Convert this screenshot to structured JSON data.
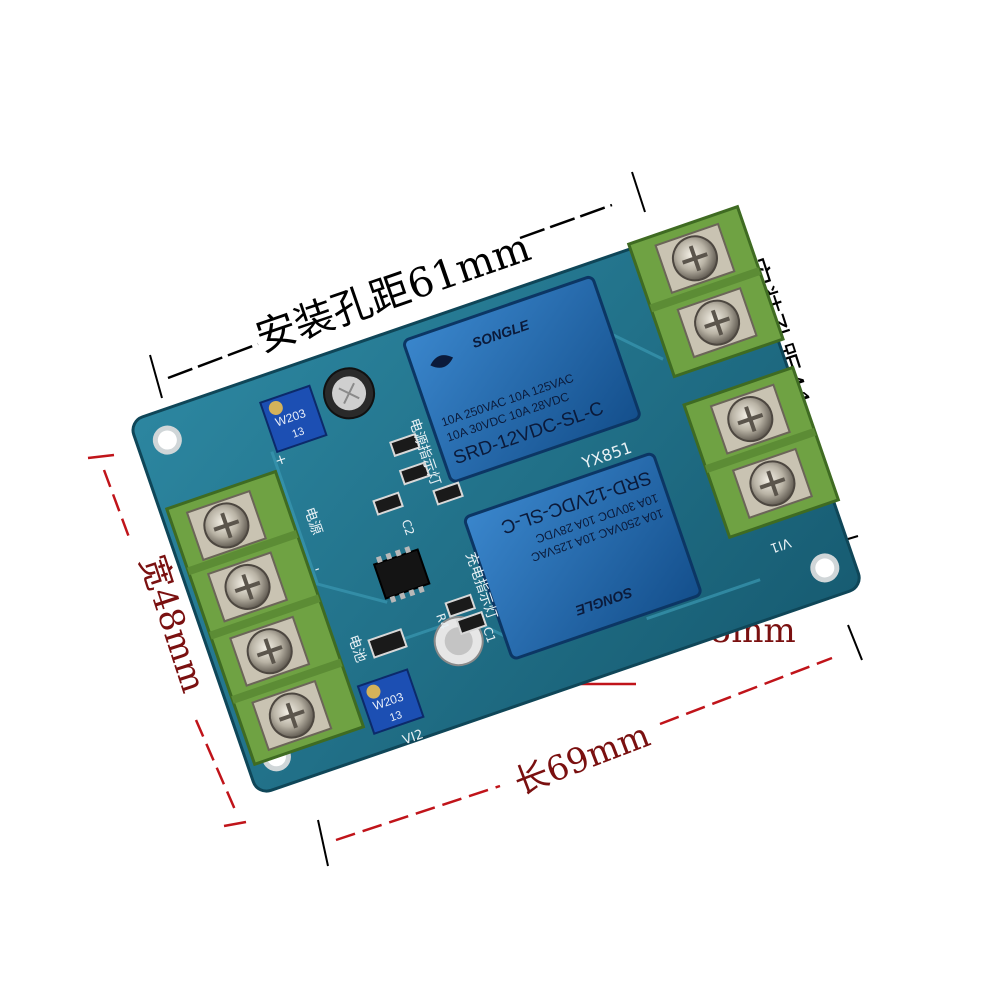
{
  "dimensions": {
    "mount_hole_spacing_long": "安装孔距61mm",
    "mount_hole_spacing_short": "安装孔距41mm",
    "width": "宽48mm",
    "length": "长69mm",
    "height": "高18mm"
  },
  "board": {
    "model": "YX851",
    "silkscreen": {
      "power_indicator": "电源指示灯",
      "charge_indicator": "充电指示灯",
      "power": "电源",
      "battery": "电池",
      "vi1": "VI1",
      "vi2": "VI2",
      "c1": "C1",
      "c2": "C2",
      "r4": "R4",
      "plus": "+",
      "minus": "-"
    },
    "relay_top": {
      "brand": "SONGLE",
      "rating1": "10A 250VAC  10A 125VAC",
      "rating2": "10A  30VDC  10A  28VDC",
      "model": "SRD-12VDC-SL-C"
    },
    "relay_bottom": {
      "brand": "SONGLE",
      "rating1": "10A 250VAC  10A 125VAC",
      "rating2": "10A  30VDC  10A  28VDC",
      "model": "SRD-12VDC-SL-C"
    },
    "pot_top": {
      "code": "W203",
      "num": "13"
    },
    "pot_bottom": {
      "code": "W203",
      "num": "13"
    }
  },
  "colors": {
    "pcb": "#1f6e86",
    "terminal": "#6fa243",
    "relay": "#1e63a8",
    "dim_line": "#000000",
    "dim_red": "#c0141a"
  }
}
